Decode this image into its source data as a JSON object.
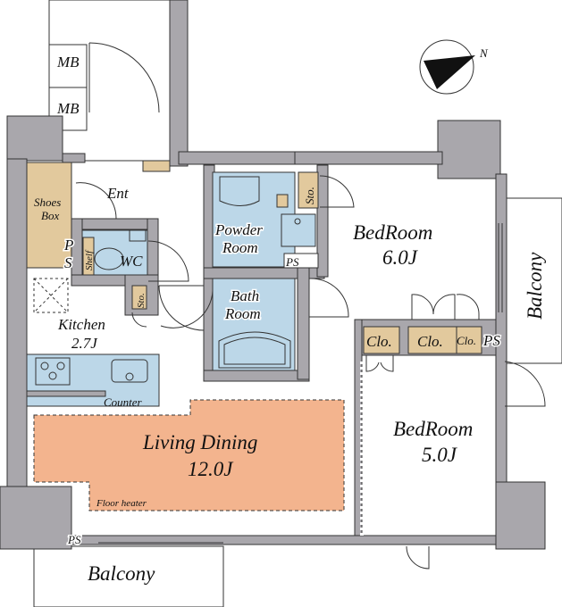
{
  "colors": {
    "wall": "#a9a7ac",
    "storage": "#e2c99d",
    "wet_area": "#bcd7e8",
    "living_floor_heater": "#f3b48e"
  },
  "compass": {
    "north_label": "N"
  },
  "rooms": {
    "mb_upper": "MB",
    "mb_lower": "MB",
    "entrance": "Ent",
    "shoes_box_line1": "Shoes",
    "shoes_box_line2": "Box",
    "ps_left_p": "P",
    "ps_left_s": "S",
    "shelf": "Shelf",
    "wc": "WC",
    "sto_wc": "Sto.",
    "powder_room_line1": "Powder",
    "powder_room_line2": "Room",
    "sto_powder": "Sto.",
    "ps_powder": "PS",
    "bath_room_line1": "Bath",
    "bath_room_line2": "Room",
    "kitchen_name": "Kitchen",
    "kitchen_size": "2.7J",
    "counter": "Counter",
    "living_name": "Living Dining",
    "living_size": "12.0J",
    "floor_heater": "Floor heater",
    "bedroom1_name": "BedRoom",
    "bedroom1_size": "6.0J",
    "bedroom2_name": "BedRoom",
    "bedroom2_size": "5.0J",
    "clo1": "Clo.",
    "clo2": "Clo.",
    "clo3": "Clo.",
    "ps_right": "PS",
    "ps_bottom": "PS",
    "balcony_right": "Balcony",
    "balcony_bottom": "Balcony"
  }
}
